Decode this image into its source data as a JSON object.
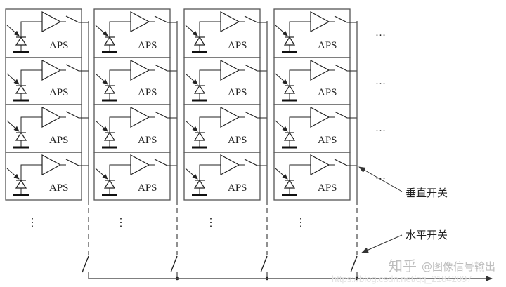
{
  "diagram": {
    "title": "APS pixel array readout",
    "columns": 4,
    "rows": 4,
    "cell_label": "APS",
    "cell_components": [
      "photodiode",
      "light-arrow",
      "amplifier",
      "row-select-switch",
      "ground"
    ],
    "row_continuation": "…",
    "column_continuation": "⋮",
    "labels": {
      "vertical_switch": "垂直开关",
      "horizontal_switch": "水平开关"
    },
    "watermark": {
      "brand": "知乎",
      "handle": "@图像信号输出",
      "url": "https://blog.csdn.net/qq_21842097"
    },
    "colors": {
      "line": "#555555",
      "text": "#222222",
      "background": "#ffffff"
    }
  }
}
